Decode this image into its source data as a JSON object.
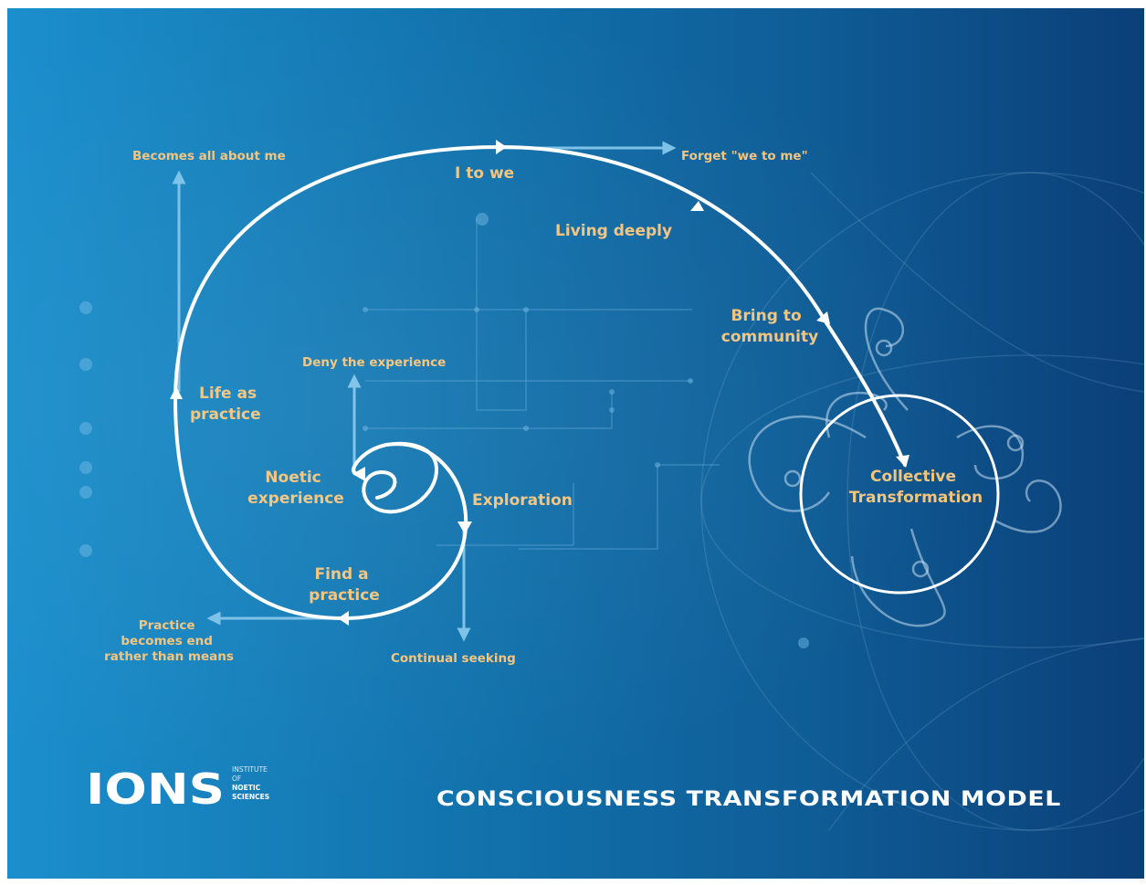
{
  "colors": {
    "background_left": "#1b8fcc",
    "background_right": "#0b3f78",
    "spiral": "#ffffff",
    "label": "#f4c47c",
    "branch_arrow": "#7cc1e8",
    "title": "#ffffff"
  },
  "title": "CONSCIOUSNESS TRANSFORMATION MODEL",
  "logo": {
    "mark": "IONS",
    "line1": "INSTITUTE",
    "line2": "OF",
    "line3": "NOETIC",
    "line4": "SCIENCES"
  },
  "stages": {
    "noetic_experience": [
      "Noetic",
      "experience"
    ],
    "exploration": "Exploration",
    "find_a_practice": [
      "Find a",
      "practice"
    ],
    "life_as_practice": [
      "Life as",
      "practice"
    ],
    "i_to_we": "I to we",
    "living_deeply": "Living deeply",
    "bring_to_community": [
      "Bring to",
      "community"
    ],
    "collective_transformation": [
      "Collective",
      "Transformation"
    ]
  },
  "pitfalls": {
    "deny_the_experience": "Deny the experience",
    "continual_seeking": "Continual seeking",
    "practice_end": [
      "Practice",
      "becomes end",
      "rather than means"
    ],
    "becomes_all_about_me": "Becomes all about me",
    "forget_we_to_me": "Forget \"we to me\""
  }
}
